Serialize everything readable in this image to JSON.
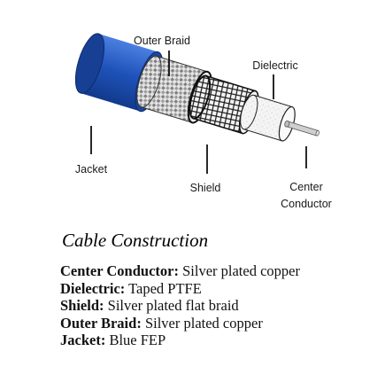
{
  "diagram": {
    "callouts": {
      "outer_braid": "Outer Braid",
      "dielectric": "Dielectric",
      "jacket": "Jacket",
      "shield": "Shield",
      "center_conductor_line1": "Center",
      "center_conductor_line2": "Conductor"
    },
    "colors": {
      "jacket": "#1f4fb0",
      "braid": "#d8d8d8",
      "dielectric": "#f2f2f2",
      "conductor": "#c8c8c8"
    }
  },
  "section_title": "Cable Construction",
  "specs": [
    {
      "label": "Center Conductor:",
      "value": " Silver plated copper"
    },
    {
      "label": "Dielectric:",
      "value": " Taped PTFE"
    },
    {
      "label": "Shield:",
      "value": " Silver plated flat braid"
    },
    {
      "label": "Outer Braid:",
      "value": " Silver plated copper"
    },
    {
      "label": "Jacket:",
      "value": " Blue FEP"
    }
  ]
}
